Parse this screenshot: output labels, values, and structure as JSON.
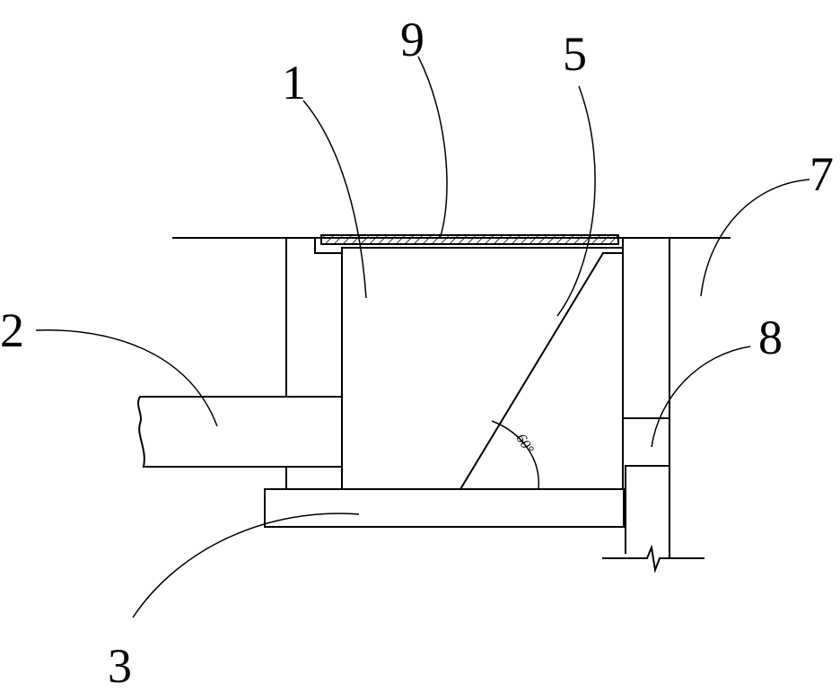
{
  "diagram": {
    "labels": {
      "l1": "1",
      "l2": "2",
      "l3": "3",
      "l5": "5",
      "l7": "7",
      "l8": "8",
      "l9": "9"
    },
    "angle_label": "60°"
  }
}
